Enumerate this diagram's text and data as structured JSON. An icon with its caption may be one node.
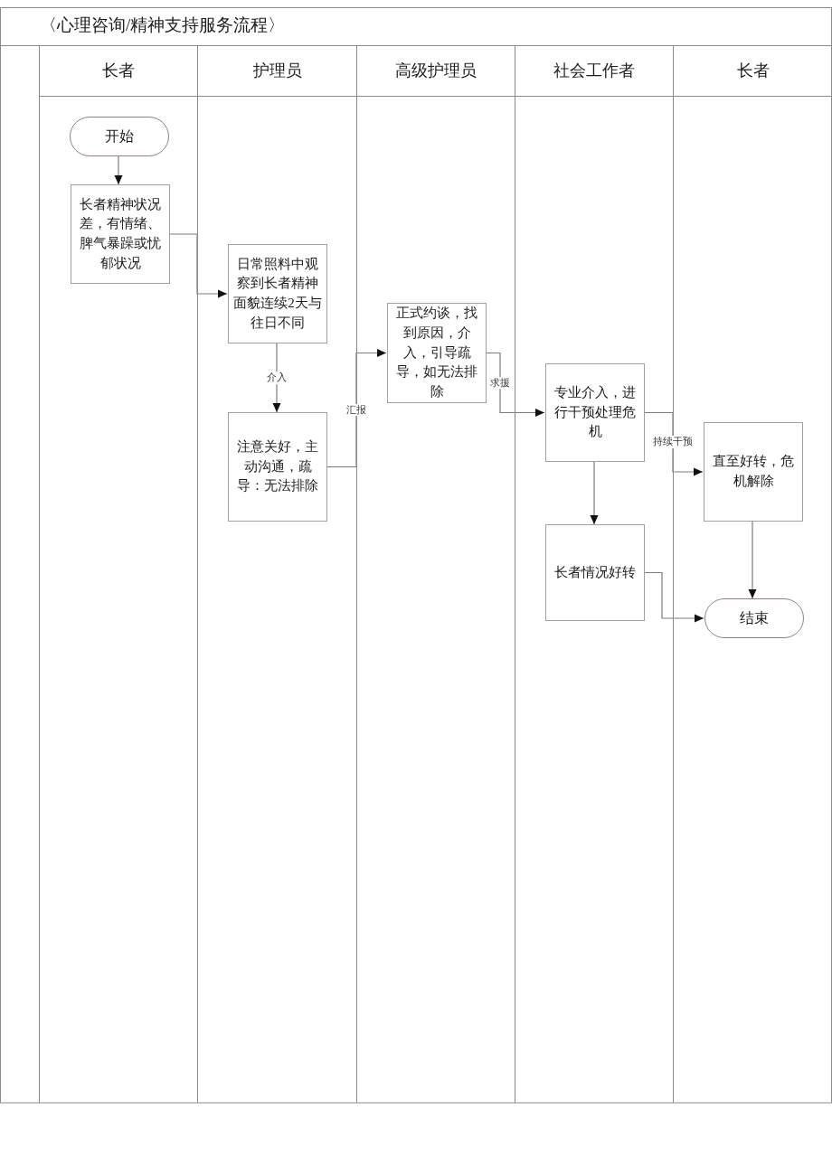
{
  "diagram": {
    "title": "〈心理咨询/精神支持服务流程〉",
    "nodes": [
      {
        "text": [
          "长者"
        ]
      },
      {
        "text": [
          "护理员"
        ]
      },
      {
        "text": [
          "高级护理员"
        ]
      },
      {
        "text": [
          "社会工作者"
        ]
      },
      {
        "text": [
          "长者"
        ]
      },
      {
        "text": [
          "开始"
        ],
        "in": 0
      },
      {
        "text": [
          "长者精神状况差，有情绪、脾气暴躁或忧郁状况"
        ],
        "in": 0
      },
      {
        "text": [
          "日常照料中观察到长者精神面貌连续2天与往日不同"
        ],
        "in": 1
      },
      {
        "text": [
          "注意关好，主动沟通，疏导：无法排除"
        ],
        "in": 1
      },
      {
        "text": [
          "正式约谈，找到原因，介入，引导疏导，如无法排除"
        ],
        "in": 2
      },
      {
        "text": [
          "专业介入，进行干预处理危机"
        ],
        "in": 3
      },
      {
        "text": [
          "长者情况好转"
        ],
        "in": 3
      },
      {
        "text": [
          "直至好转，危机解除"
        ],
        "in": 4
      },
      {
        "text": [
          "结束"
        ],
        "in": 4
      }
    ],
    "edges": [
      {
        "from": 5,
        "to": 6,
        "arrow": "to"
      },
      {
        "from": 6,
        "to": 7,
        "arrow": "to"
      },
      {
        "from": 7,
        "to": 8,
        "arrow": "to",
        "label": "介入"
      },
      {
        "from": 8,
        "to": 9,
        "arrow": "to",
        "label": "汇报"
      },
      {
        "from": 9,
        "to": 10,
        "arrow": "to",
        "label": "求援"
      },
      {
        "from": 10,
        "to": 11,
        "arrow": "to"
      },
      {
        "from": 10,
        "to": 12,
        "arrow": "to",
        "label": "持续干预"
      },
      {
        "from": 12,
        "to": 13,
        "arrow": "to"
      },
      {
        "from": 11,
        "to": 13,
        "arrow": "to"
      }
    ]
  }
}
